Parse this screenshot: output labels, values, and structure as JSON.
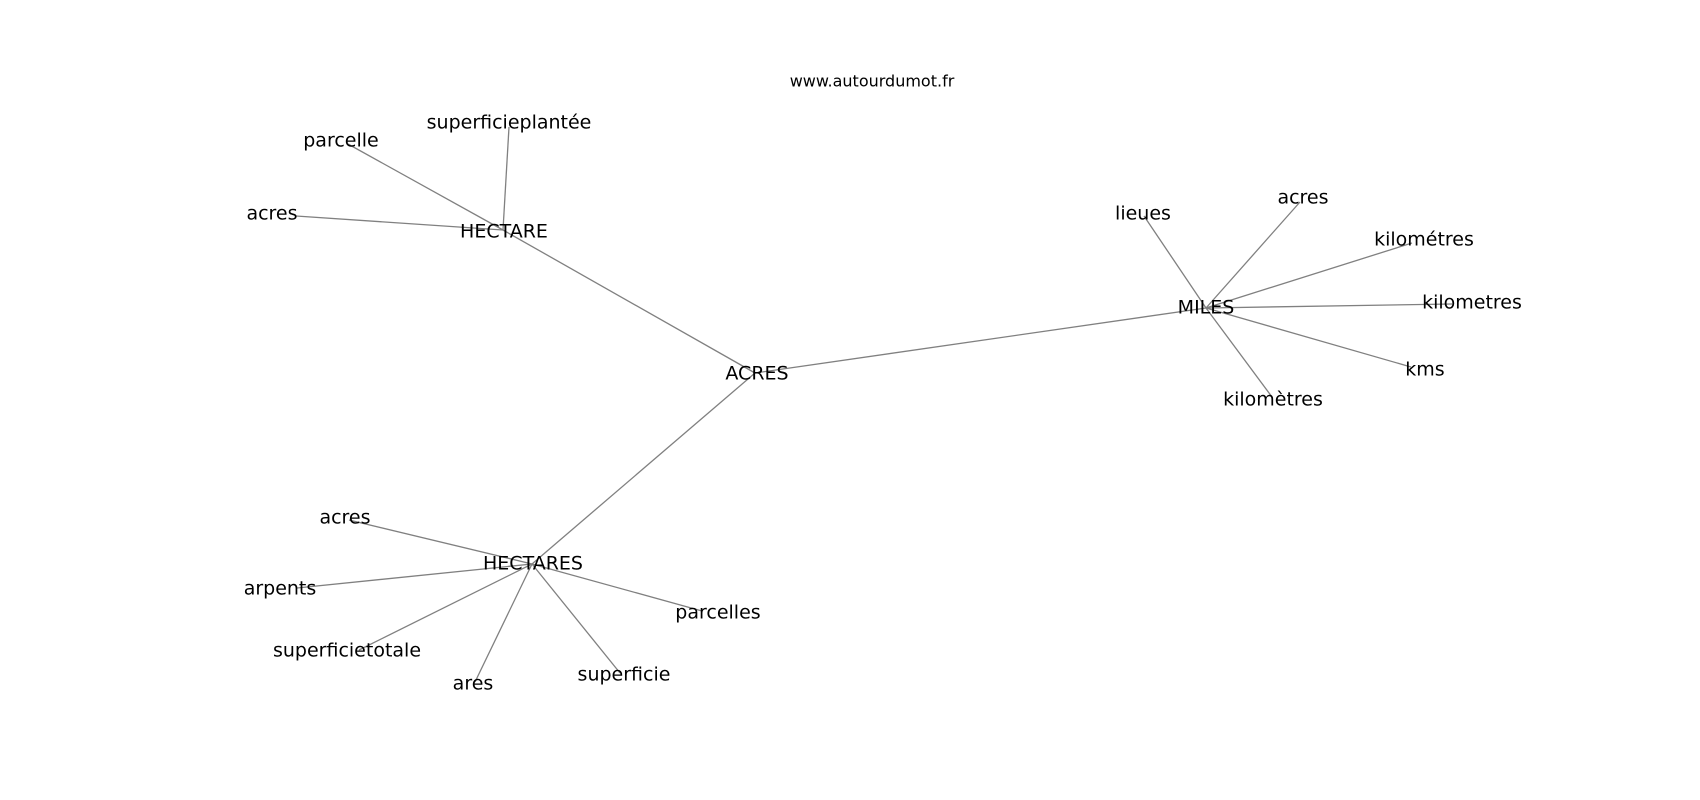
{
  "source_text": "www.autourdumot.fr",
  "colors": {
    "edge": "#808080",
    "text": "#000000",
    "background": "#ffffff"
  },
  "nodes": [
    {
      "id": "acres_root",
      "label": "ACRES"
    },
    {
      "id": "hectare",
      "label": "HECTARE"
    },
    {
      "id": "hectares",
      "label": "HECTARES"
    },
    {
      "id": "miles",
      "label": "MILES"
    },
    {
      "id": "hectare_parcelle",
      "label": "parcelle"
    },
    {
      "id": "hectare_superficieplantee",
      "label": "superficieplantée"
    },
    {
      "id": "hectare_acres",
      "label": "acres"
    },
    {
      "id": "miles_lieues",
      "label": "lieues"
    },
    {
      "id": "miles_acres",
      "label": "acres"
    },
    {
      "id": "miles_kilometres_acute",
      "label": "kilométres"
    },
    {
      "id": "miles_kilometres",
      "label": "kilometres"
    },
    {
      "id": "miles_kms",
      "label": "kms"
    },
    {
      "id": "miles_kilometres_grave",
      "label": "kilomètres"
    },
    {
      "id": "hectares_acres",
      "label": "acres"
    },
    {
      "id": "hectares_arpents",
      "label": "arpents"
    },
    {
      "id": "hectares_superficietotale",
      "label": "superficietotale"
    },
    {
      "id": "hectares_ares",
      "label": "ares"
    },
    {
      "id": "hectares_superficie",
      "label": "superficie"
    },
    {
      "id": "hectares_parcelles",
      "label": "parcelles"
    }
  ],
  "edges": [
    {
      "from": "acres_root",
      "to": "hectare"
    },
    {
      "from": "acres_root",
      "to": "hectares"
    },
    {
      "from": "acres_root",
      "to": "miles"
    },
    {
      "from": "hectare",
      "to": "hectare_parcelle"
    },
    {
      "from": "hectare",
      "to": "hectare_superficieplantee"
    },
    {
      "from": "hectare",
      "to": "hectare_acres"
    },
    {
      "from": "miles",
      "to": "miles_lieues"
    },
    {
      "from": "miles",
      "to": "miles_acres"
    },
    {
      "from": "miles",
      "to": "miles_kilometres_acute"
    },
    {
      "from": "miles",
      "to": "miles_kilometres"
    },
    {
      "from": "miles",
      "to": "miles_kms"
    },
    {
      "from": "miles",
      "to": "miles_kilometres_grave"
    },
    {
      "from": "hectares",
      "to": "hectares_acres"
    },
    {
      "from": "hectares",
      "to": "hectares_arpents"
    },
    {
      "from": "hectares",
      "to": "hectares_superficietotale"
    },
    {
      "from": "hectares",
      "to": "hectares_ares"
    },
    {
      "from": "hectares",
      "to": "hectares_superficie"
    },
    {
      "from": "hectares",
      "to": "hectares_parcelles"
    }
  ]
}
